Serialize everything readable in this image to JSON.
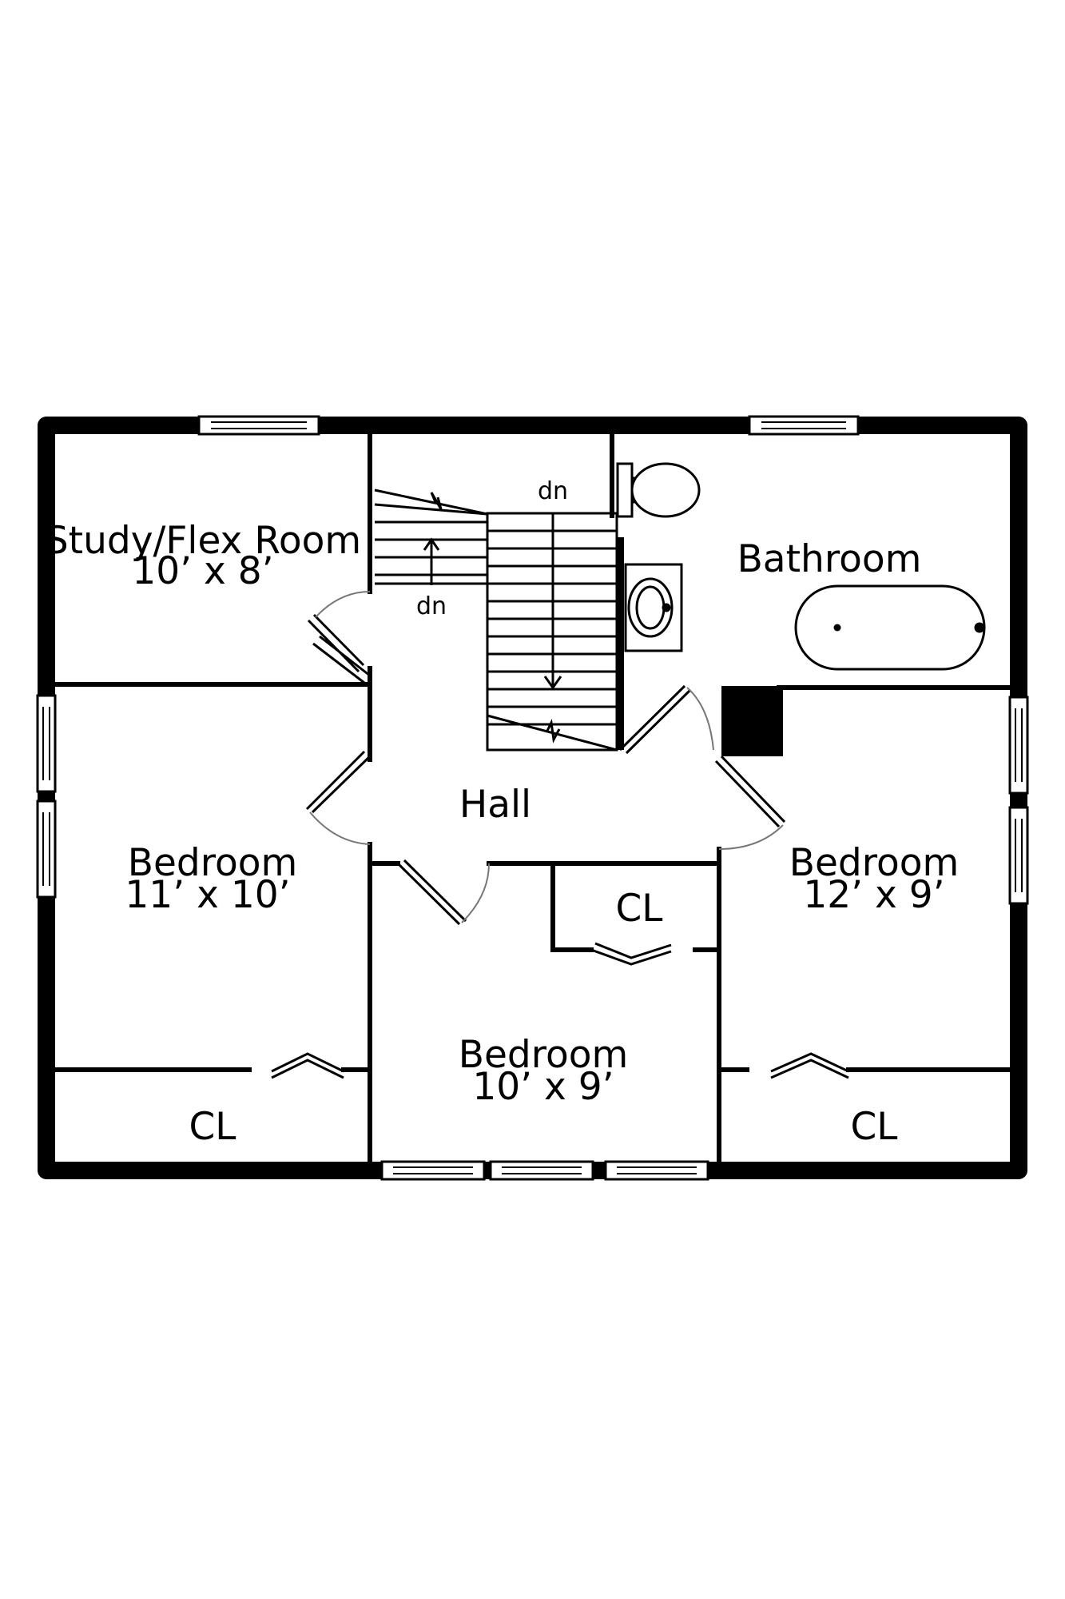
{
  "rooms": [
    {
      "name": "Study/Flex Room",
      "size": "10’ x 8’"
    },
    {
      "name": "Bathroom"
    },
    {
      "name": "Hall"
    },
    {
      "name": "Bedroom",
      "size": "11’ x 10’"
    },
    {
      "name": "Bedroom",
      "size": "12’ x 9’"
    },
    {
      "name": "Bedroom",
      "size": "10’ x 9’"
    }
  ],
  "closets": [
    "CL",
    "CL",
    "CL"
  ],
  "stairs": {
    "upper_label": "dn",
    "lower_label": "dn"
  }
}
